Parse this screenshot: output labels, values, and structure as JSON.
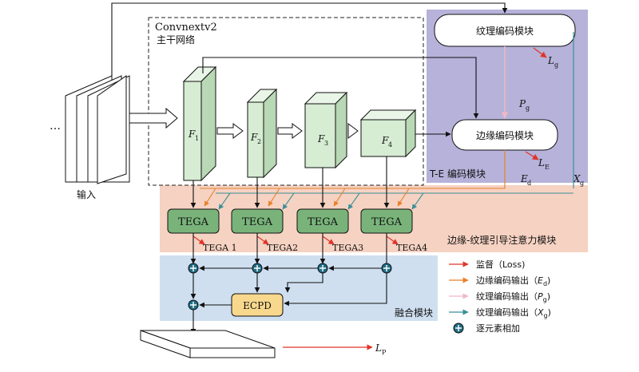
{
  "input": {
    "label": "输入",
    "ellipsis": "…"
  },
  "backbone": {
    "name": "Convnextv2",
    "subtitle": "主干网络"
  },
  "features": [
    "F",
    "F",
    "F",
    "F"
  ],
  "feature_subs": [
    "1",
    "2",
    "3",
    "4"
  ],
  "te_block": {
    "title": "T-E 编码模块",
    "texture_module": "纹理编码模块",
    "edge_module": "边缘编码模块",
    "Lg": "L",
    "Lg_sub": "g",
    "LE": "L",
    "LE_sub": "E",
    "Pg": "P",
    "Pg_sub": "g",
    "Ed": "E",
    "Ed_sub": "d",
    "Xg": "X",
    "Xg_sub": "g"
  },
  "tega_block": {
    "title": "边缘-纹理引导注意力模块",
    "units": [
      "TEGA",
      "TEGA",
      "TEGA",
      "TEGA"
    ],
    "outputs": [
      "TEGA 1",
      "TEGA2",
      "TEGA3",
      "TEGA4"
    ]
  },
  "fusion_block": {
    "title": "融合模块",
    "ecpd": "ECPD"
  },
  "output": {
    "Lp": "L",
    "Lp_sub": "P"
  },
  "legend": [
    {
      "label": "监督（Loss)",
      "color": "#e0342a"
    },
    {
      "label": "边缘编码输出（",
      "sym": "E",
      "sub": "d",
      "tail": ")",
      "color": "#e8812b"
    },
    {
      "label": "纹理编码输出（",
      "sym": "P",
      "sub": "g",
      "tail": ")",
      "color": "#f2b8c6"
    },
    {
      "label": "纹理编码输出（",
      "sym": "X",
      "sub": "g",
      "tail": ")",
      "color": "#3a8f96"
    },
    {
      "label": "逐元素相加",
      "color": "#1f6f86"
    }
  ],
  "colors": {
    "te_bg": "#b6b2da",
    "tega_bg": "#f6d2c2",
    "fusion_bg": "#cfdff0",
    "feature_fill": "#d6ecd3",
    "tega_fill": "#79b37a",
    "ecpd_fill": "#f7d88c",
    "supervision": "#e0342a",
    "edge_out": "#e8812b",
    "texture_pg": "#f2b8c6",
    "texture_xg": "#3a8f96",
    "add_node": "#1f6f86"
  }
}
